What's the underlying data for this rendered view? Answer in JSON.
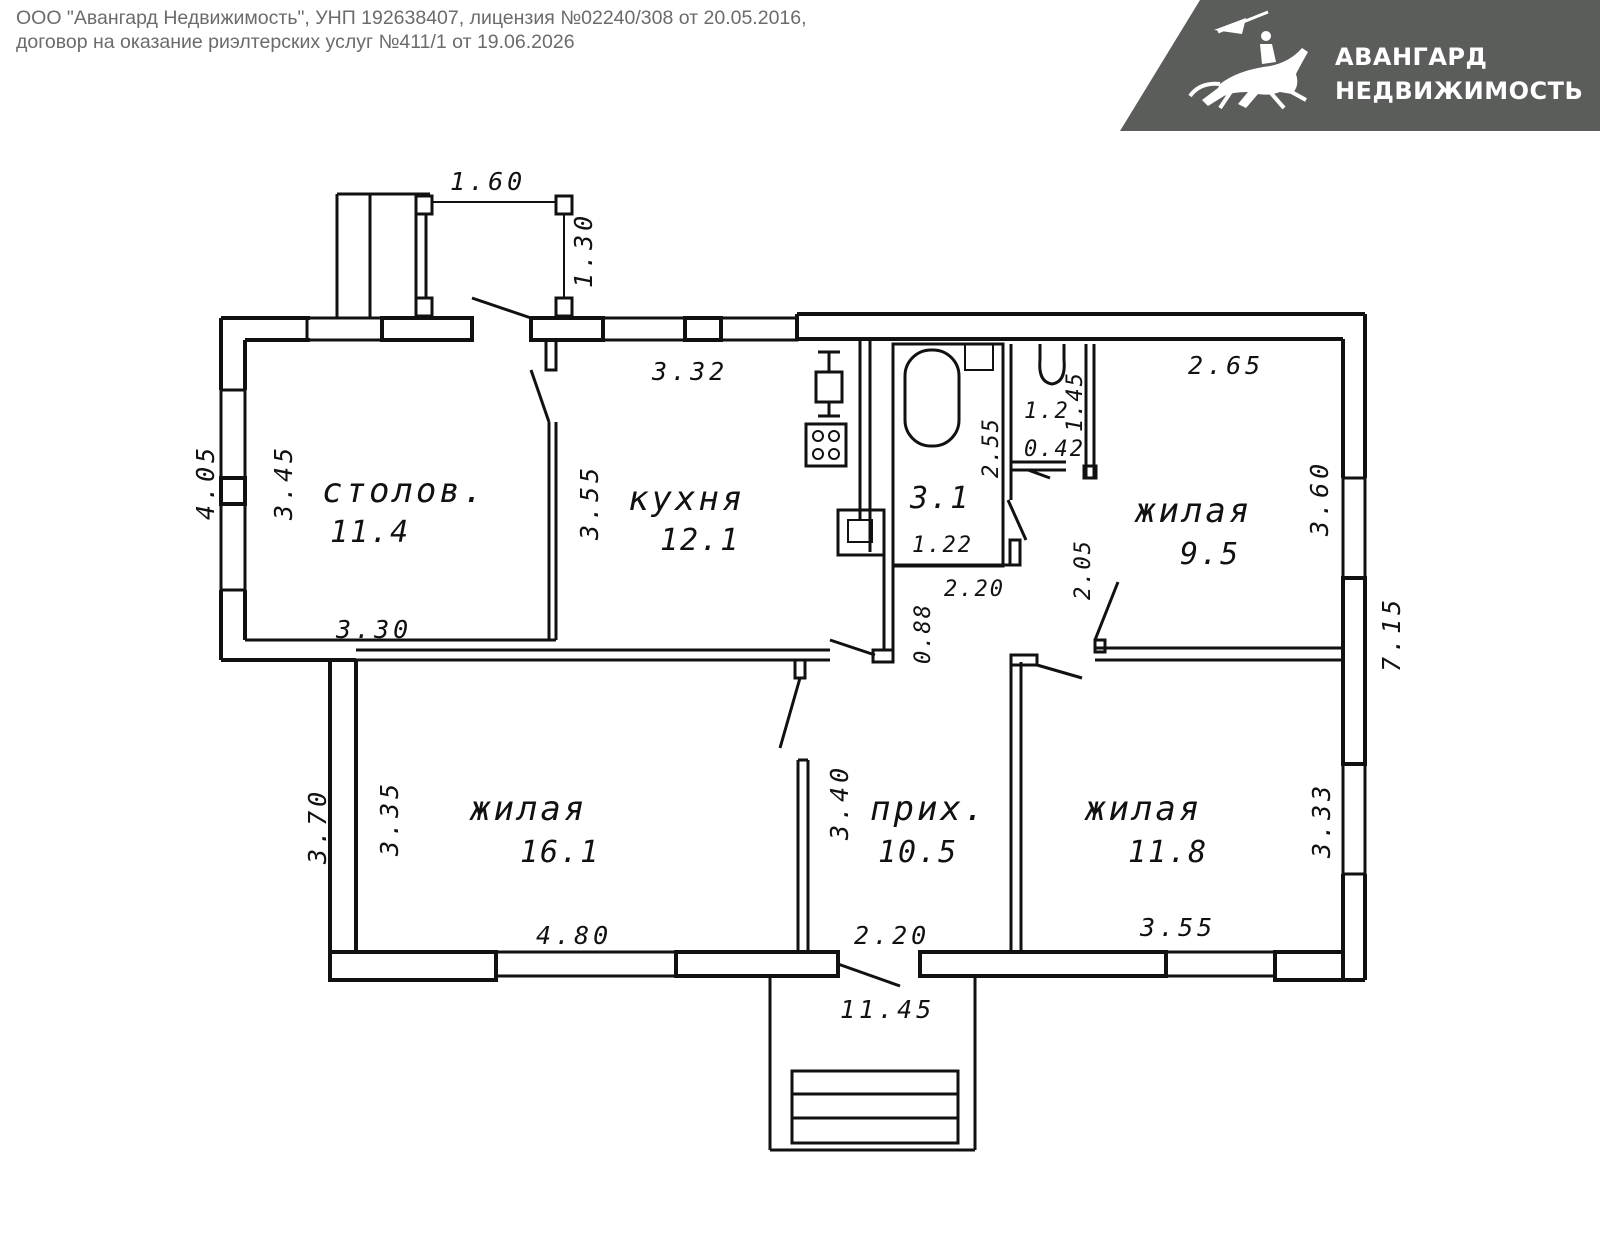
{
  "header": {
    "line1": "ООО \"Авангард Недвижимость\", УНП 192638407, лицензия №02240/308 от 20.05.2016,",
    "line2": "договор на оказание риэлтерских услуг №411/1 от 19.06.2026"
  },
  "logo": {
    "line1": "АВАНГАРД",
    "line2": "НЕДВИЖИМОСТЬ",
    "icon": "knight-on-horse-icon",
    "banner_color": "#5a5d5a"
  },
  "rooms": {
    "stolovaya": {
      "label": "столов.",
      "area": "11.4"
    },
    "kuhnya": {
      "label": "кухня",
      "area": "12.1"
    },
    "bath": {
      "area": "3.1"
    },
    "wc": {
      "area": "1.2"
    },
    "zhilaya_ne": {
      "label": "жилая",
      "area": "9.5"
    },
    "zhilaya_sw": {
      "label": "жилая",
      "area": "16.1"
    },
    "prihozhaya": {
      "label": "прих.",
      "area": "10.5"
    },
    "zhilaya_se": {
      "label": "жилая",
      "area": "11.8"
    }
  },
  "dimensions": {
    "porch_width": "1.60",
    "porch_depth": "1.30",
    "kitchen_width": "3.32",
    "ne_room_width": "2.65",
    "stol_outer_height": "4.05",
    "stol_height": "3.45",
    "kitchen_height": "3.55",
    "bath_height": "2.55",
    "wc_height": "1.45",
    "wc_width": "0.42",
    "bath_width": "1.22",
    "ne_room_height": "3.60",
    "stol_width": "3.30",
    "hall_width_top": "2.20",
    "corridor_width": "0.88",
    "corridor_height": "2.05",
    "east_outer": "7.15",
    "sw_outer_height": "3.70",
    "sw_height": "3.35",
    "hall_height": "3.40",
    "se_height": "3.33",
    "sw_width": "4.80",
    "hall_width_bottom": "2.20",
    "se_width": "3.55",
    "total_width": "11.45"
  }
}
